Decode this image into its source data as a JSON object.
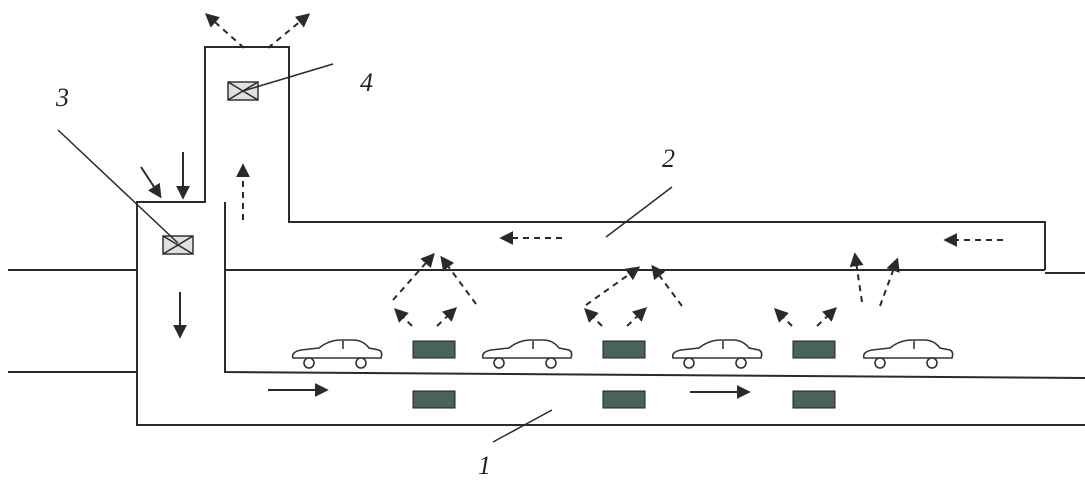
{
  "labels": {
    "tunnel": "1",
    "exhaust_duct": "2",
    "fan_inlet": "3",
    "fan_outlet": "4"
  },
  "colors": {
    "stroke": "#2a2a2a",
    "jet_fan": "#4a6358",
    "fan_box_fill": "#e0e0e0"
  }
}
